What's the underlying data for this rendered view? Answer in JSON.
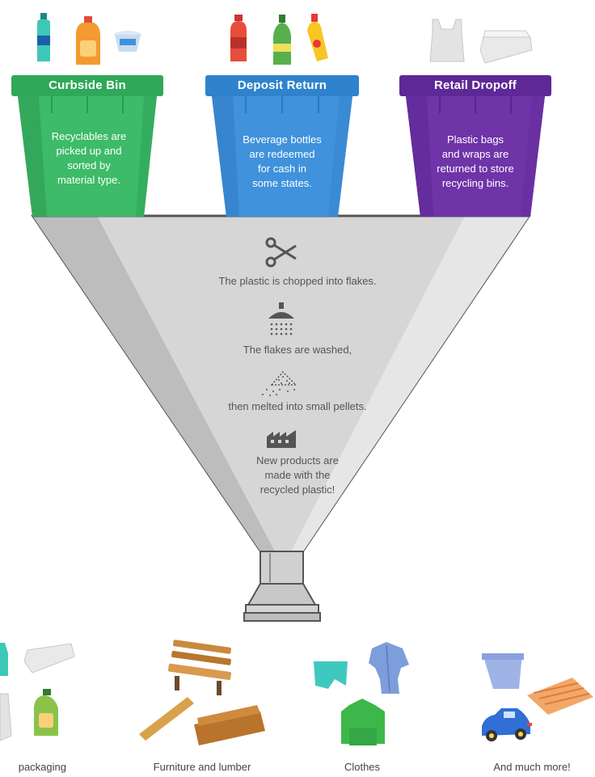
{
  "bins": [
    {
      "title": "Curbside Bin",
      "description": [
        "Recyclables are",
        "picked up and",
        "sorted by",
        "material type."
      ],
      "color": "#3dbb68"
    },
    {
      "title": "Deposit Return",
      "description": [
        "Beverage bottles",
        "are redeemed",
        "for cash in",
        "some states."
      ],
      "color": "#3f92db"
    },
    {
      "title": "Retail Dropoff",
      "description": [
        "Plastic bags",
        "and wraps are",
        "returned to store",
        "recycling bins."
      ],
      "color": "#6e34a8"
    }
  ],
  "steps": [
    {
      "icon": "scissors-icon",
      "text": "The plastic is chopped into flakes."
    },
    {
      "icon": "shower-icon",
      "text": "The flakes are washed,"
    },
    {
      "icon": "pellets-icon",
      "text": "then melted into small pellets."
    },
    {
      "icon": "factory-icon",
      "text": [
        "New products are",
        "made with the",
        "recycled plastic!"
      ]
    }
  ],
  "outputs": [
    {
      "label": "packaging"
    },
    {
      "label": "Furniture and lumber"
    },
    {
      "label": "Clothes"
    },
    {
      "label": "And much more!"
    }
  ]
}
